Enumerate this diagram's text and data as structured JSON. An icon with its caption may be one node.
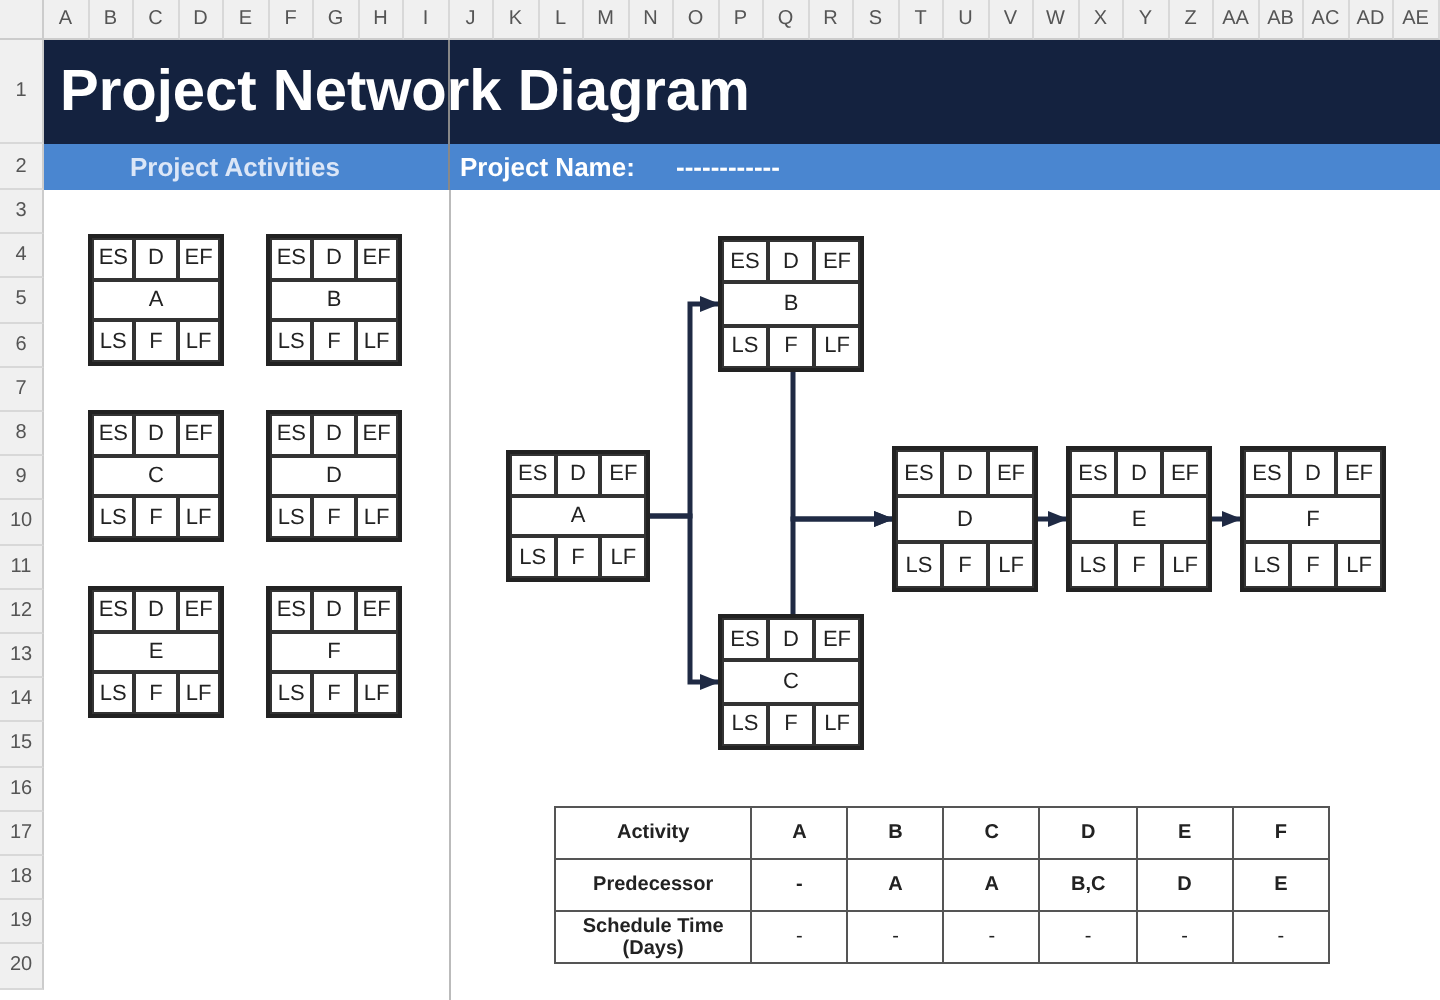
{
  "diagram": {
    "title": "Project Network Diagram",
    "nodes": [
      {
        "text": [
          "ES",
          "D",
          "EF",
          "A",
          "LS",
          "F",
          "LF"
        ]
      },
      {
        "text": [
          "ES",
          "D",
          "EF",
          "B",
          "LS",
          "F",
          "LF"
        ]
      },
      {
        "text": [
          "ES",
          "D",
          "EF",
          "C",
          "LS",
          "F",
          "LF"
        ]
      },
      {
        "text": [
          "ES",
          "D",
          "EF",
          "D",
          "LS",
          "F",
          "LF"
        ]
      },
      {
        "text": [
          "ES",
          "D",
          "EF",
          "E",
          "LS",
          "F",
          "LF"
        ]
      },
      {
        "text": [
          "ES",
          "D",
          "EF",
          "F",
          "LS",
          "F",
          "LF"
        ]
      },
      {
        "text": [
          "ES",
          "D",
          "EF",
          "A",
          "LS",
          "F",
          "LF"
        ]
      },
      {
        "text": [
          "ES",
          "D",
          "EF",
          "B",
          "LS",
          "F",
          "LF"
        ]
      },
      {
        "text": [
          "ES",
          "D",
          "EF",
          "C",
          "LS",
          "F",
          "LF"
        ]
      },
      {
        "text": [
          "ES",
          "D",
          "EF",
          "D",
          "LS",
          "F",
          "LF"
        ]
      },
      {
        "text": [
          "ES",
          "D",
          "EF",
          "E",
          "LS",
          "F",
          "LF"
        ]
      },
      {
        "text": [
          "ES",
          "D",
          "EF",
          "F",
          "LS",
          "F",
          "LF"
        ]
      }
    ],
    "edges": [
      {
        "from": 6,
        "to": 7,
        "arrow": "to"
      },
      {
        "from": 6,
        "to": 8,
        "arrow": "to"
      },
      {
        "from": 7,
        "to": 9,
        "arrow": "to"
      },
      {
        "from": 8,
        "to": 9,
        "arrow": "to"
      },
      {
        "from": 9,
        "to": 10,
        "arrow": "to"
      },
      {
        "from": 10,
        "to": 11,
        "arrow": "to"
      }
    ],
    "labels": [
      "A",
      "B",
      "C",
      "D",
      "E",
      "F",
      "G",
      "H",
      "I",
      "J",
      "K",
      "L",
      "M",
      "N",
      "O",
      "P",
      "Q",
      "R",
      "S",
      "T",
      "U",
      "V",
      "W",
      "X",
      "Y",
      "Z",
      "AA",
      "AB",
      "AC",
      "AD",
      "AE",
      "1",
      "2",
      "3",
      "4",
      "5",
      "6",
      "7",
      "8",
      "9",
      "10",
      "11",
      "12",
      "13",
      "14",
      "15",
      "16",
      "17",
      "18",
      "19",
      "20",
      "Project Activities",
      "Project Name:",
      "------------",
      "Activity",
      "A",
      "B",
      "C",
      "D",
      "E",
      "F",
      "Predecessor",
      "-",
      "A",
      "A",
      "B,C",
      "D",
      "E",
      "Schedule Time (Days)",
      "-",
      "-",
      "-",
      "-",
      "-",
      "-"
    ]
  }
}
